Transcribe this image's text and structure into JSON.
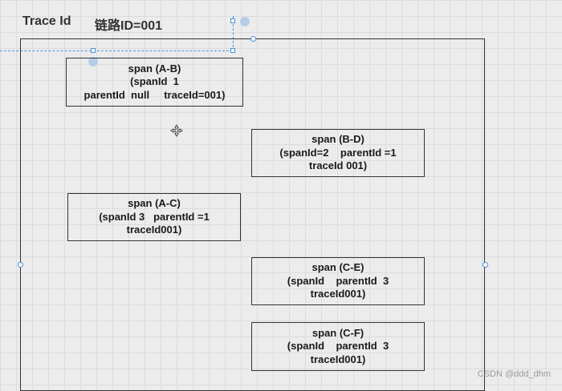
{
  "header": {
    "title_left": "Trace Id",
    "title_right": "链路ID=001"
  },
  "spans": [
    {
      "line1": "span (A-B)",
      "line2": "(spanId  1",
      "line3": "parentId  null     traceId=001)"
    },
    {
      "line1": "span (B-D)",
      "line2": "(spanId=2    parentId =1",
      "line3": "traceId 001)"
    },
    {
      "line1": "span (A-C)",
      "line2": "(spanId 3   parentId =1",
      "line3": "traceId001)"
    },
    {
      "line1": "span (C-E)",
      "line2": "(spanId    parentId  3",
      "line3": "traceId001)"
    },
    {
      "line1": "span (C-F)",
      "line2": "(spanId    parentId  3",
      "line3": "traceId001)"
    }
  ],
  "watermark": "CSDN @ddd_dhm",
  "icons": {
    "cursor": "move-cursor-icon"
  }
}
